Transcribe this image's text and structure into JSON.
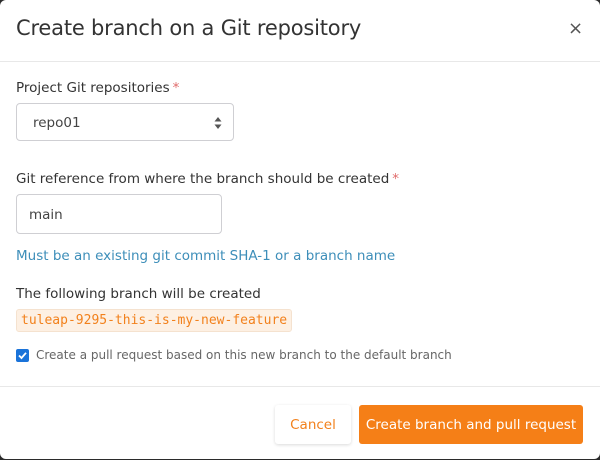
{
  "modal": {
    "title": "Create branch on a Git repository",
    "close_icon": "close-icon"
  },
  "form": {
    "repository": {
      "label": "Project Git repositories",
      "required_marker": "*",
      "selected": "repo01",
      "icon": "sort-arrows-icon"
    },
    "reference": {
      "label": "Git reference from where the branch should be created",
      "required_marker": "*",
      "value": "main",
      "helper": "Must be an existing git commit SHA-1 or a branch name"
    },
    "branch_preview": {
      "label": "The following branch will be created",
      "name": "tuleap-9295-this-is-my-new-feature"
    },
    "pull_request": {
      "checked": true,
      "label": "Create a pull request based on this new branch to the default branch"
    }
  },
  "footer": {
    "cancel_label": "Cancel",
    "submit_label": "Create branch and pull request"
  },
  "colors": {
    "accent": "#f57f17",
    "link": "#3d8eb9",
    "checkbox": "#1a73d9"
  }
}
